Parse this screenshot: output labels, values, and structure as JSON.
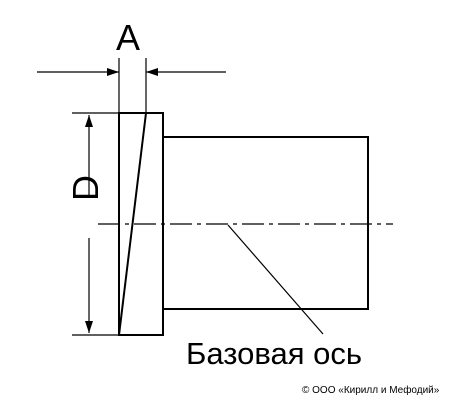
{
  "labels": {
    "dimension_a": "A",
    "dimension_d": "D",
    "base_axis": "Базовая ось",
    "copyright": "© ООО «Кирилл и Мефодий»"
  },
  "colors": {
    "stroke": "#000000",
    "background": "#ffffff"
  }
}
